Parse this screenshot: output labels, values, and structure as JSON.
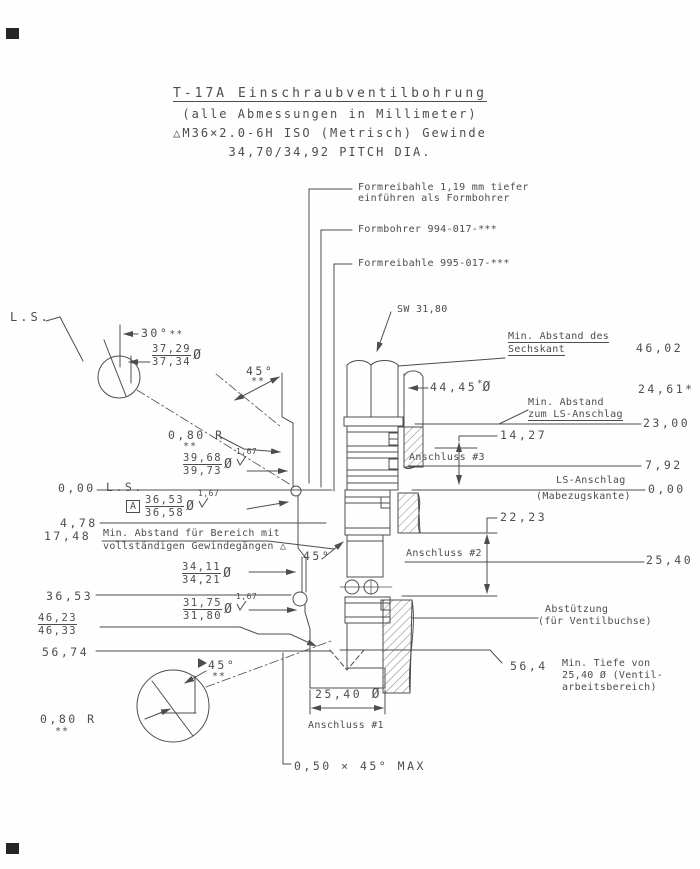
{
  "sym": {
    "dia": "Ø",
    "star": "*",
    "stars": "**",
    "surf": "1,67",
    "triangle": "△",
    "datum_a": "A"
  },
  "title": {
    "line1": "T-17A Einschraubventilbohrung",
    "line2": "(alle Abmessungen in Millimeter)",
    "line3": "△M36×2.0-6H ISO (Metrisch) Gewinde",
    "line4": "34,70/34,92 PITCH DIA."
  },
  "callouts": {
    "reamer_note1": "Formreibahle 1,19 mm tiefer",
    "reamer_note2": "einführen als Formbohrer",
    "drill": "Formbohrer 994-017-***",
    "reamer": "Formreibahle 995-017-***",
    "hex": "SW 31,80"
  },
  "right": {
    "hex_clear1": "Min. Abstand des",
    "hex_clear2": "Sechskant",
    "hex_clear_val": "46,02",
    "cbore": "44,45",
    "cbore_val": "24,61*",
    "ls_clear1": "Min. Abstand",
    "ls_clear2": "zum LS-Anschlag",
    "ls_clear_val": "23,00",
    "dim_1427": "14,27",
    "port3": "Anschluss #3",
    "port3_val": "7,92",
    "ls1": "LS-Anschlag",
    "ls2": "(Mabezugskante)",
    "ls_val": "0,00",
    "dim_2223": "22,23",
    "port2": "Anschluss #2",
    "port2_val": "25,40",
    "support1": "Abstützung",
    "support2": "(für Ventilbuchse)",
    "depth_val": "56,4",
    "depth1": "Min. Tiefe von",
    "depth2": "25,40 Ø (Ventil-",
    "depth3": "arbeitsbereich)"
  },
  "left": {
    "ls": "L.S.",
    "angle30": "30°",
    "d3729t": "37,29",
    "d3729b": "37,34",
    "angle45": "45°",
    "r080": "0,80 R",
    "d3968t": "39,68",
    "d3968b": "39,73",
    "zero": "0,00",
    "ls2": "L.S.",
    "d3653t": "36,53",
    "d3653b": "36,58",
    "v478": "4,78",
    "v1748": "17,48",
    "thread_note1": "Min. Abstand für Bereich mit",
    "thread_note2": "vollständigen Gewindegängen",
    "d3411t": "34,11",
    "d3411b": "34,21",
    "v3653": "36,53",
    "d3175t": "31,75",
    "d3175b": "31,80",
    "d4623t": "46,23",
    "d4623b": "46,33",
    "v5674": "56,74"
  },
  "bottom": {
    "bore": "25,40",
    "port1": "Anschluss #1",
    "chamfer": "0,50 × 45° MAX"
  }
}
